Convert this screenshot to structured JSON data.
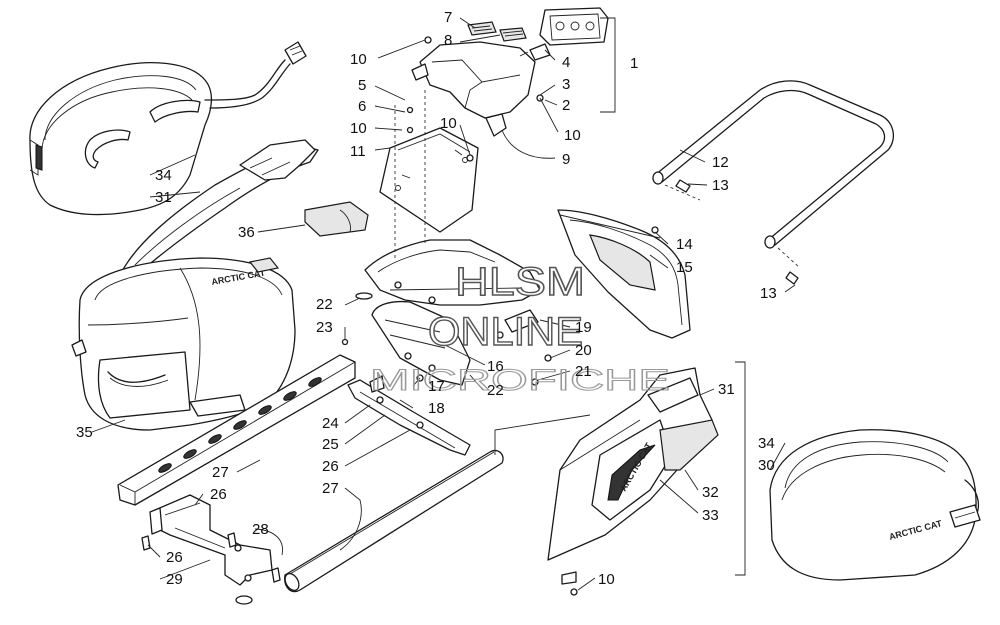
{
  "watermark": {
    "line1": "HLSM",
    "line2": "ONLINE",
    "line3": "MICROFICHE"
  },
  "decals": {
    "bag_brand": "ARCTIC CAT",
    "side_panel_brand": "ARCTIC CAT"
  },
  "callouts": [
    {
      "id": "c1",
      "text": "1"
    },
    {
      "id": "c2",
      "text": "2"
    },
    {
      "id": "c3",
      "text": "3"
    },
    {
      "id": "c4",
      "text": "4"
    },
    {
      "id": "c5",
      "text": "5"
    },
    {
      "id": "c6",
      "text": "6"
    },
    {
      "id": "c7",
      "text": "7"
    },
    {
      "id": "c8",
      "text": "8"
    },
    {
      "id": "c9",
      "text": "9"
    },
    {
      "id": "c10a",
      "text": "10"
    },
    {
      "id": "c10b",
      "text": "10"
    },
    {
      "id": "c10c",
      "text": "10"
    },
    {
      "id": "c10d",
      "text": "10"
    },
    {
      "id": "c10e",
      "text": "10"
    },
    {
      "id": "c11",
      "text": "11"
    },
    {
      "id": "c12",
      "text": "12"
    },
    {
      "id": "c13a",
      "text": "13"
    },
    {
      "id": "c13b",
      "text": "13"
    },
    {
      "id": "c14",
      "text": "14"
    },
    {
      "id": "c15",
      "text": "15"
    },
    {
      "id": "c16",
      "text": "16"
    },
    {
      "id": "c17",
      "text": "17"
    },
    {
      "id": "c18",
      "text": "18"
    },
    {
      "id": "c19",
      "text": "19"
    },
    {
      "id": "c20",
      "text": "20"
    },
    {
      "id": "c21",
      "text": "21"
    },
    {
      "id": "c22a",
      "text": "22"
    },
    {
      "id": "c22b",
      "text": "22"
    },
    {
      "id": "c23",
      "text": "23"
    },
    {
      "id": "c24",
      "text": "24"
    },
    {
      "id": "c25",
      "text": "25"
    },
    {
      "id": "c26a",
      "text": "26"
    },
    {
      "id": "c26b",
      "text": "26"
    },
    {
      "id": "c26c",
      "text": "26"
    },
    {
      "id": "c27a",
      "text": "27"
    },
    {
      "id": "c27b",
      "text": "27"
    },
    {
      "id": "c28",
      "text": "28"
    },
    {
      "id": "c29",
      "text": "29"
    },
    {
      "id": "c30",
      "text": "30"
    },
    {
      "id": "c31a",
      "text": "31"
    },
    {
      "id": "c31b",
      "text": "31"
    },
    {
      "id": "c32",
      "text": "32"
    },
    {
      "id": "c33",
      "text": "33"
    },
    {
      "id": "c34a",
      "text": "34"
    },
    {
      "id": "c34b",
      "text": "34"
    },
    {
      "id": "c35",
      "text": "35"
    },
    {
      "id": "c36",
      "text": "36"
    }
  ]
}
